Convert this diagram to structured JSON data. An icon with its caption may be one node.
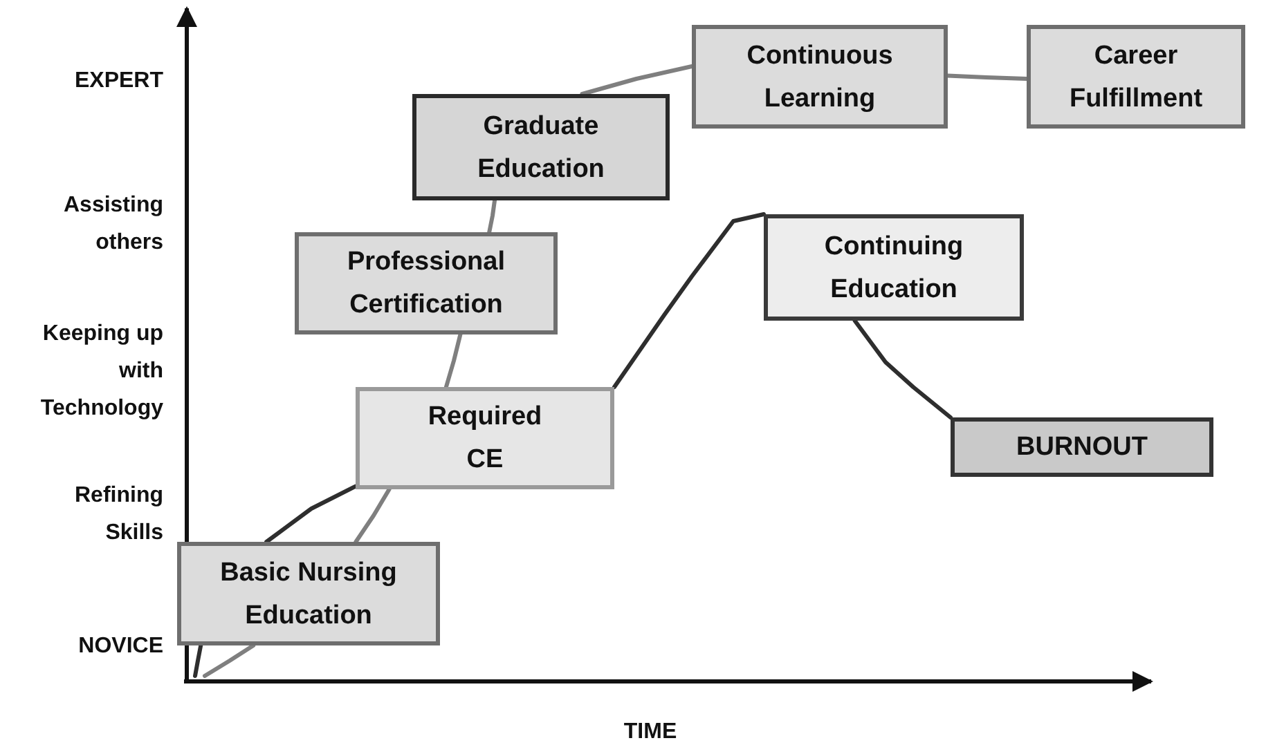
{
  "diagram": {
    "nodes": [
      {
        "text": [
          "Continuous Learning"
        ]
      },
      {
        "text": [
          "Career Fulfillment"
        ]
      },
      {
        "text": [
          "Graduate Education"
        ]
      },
      {
        "text": [
          "Professional Certification"
        ]
      },
      {
        "text": [
          "Continuing Education"
        ]
      },
      {
        "text": [
          "Required CE"
        ]
      },
      {
        "text": [
          "BURNOUT"
        ]
      },
      {
        "text": [
          "Basic Nursing Education"
        ]
      }
    ],
    "edges": [
      {
        "from": null,
        "to": 7,
        "arrow": "none"
      },
      {
        "from": null,
        "to": 7,
        "arrow": "none",
        "color": "#2e2e2e"
      },
      {
        "from": 7,
        "to": 5,
        "arrow": "none",
        "color": "#2e2e2e"
      },
      {
        "from": 7,
        "to": 5,
        "arrow": "none"
      },
      {
        "from": 5,
        "to": 3,
        "arrow": "none"
      },
      {
        "from": 3,
        "to": 2,
        "arrow": "none"
      },
      {
        "from": 2,
        "to": 0,
        "arrow": "none"
      },
      {
        "from": 0,
        "to": 1,
        "arrow": "none"
      },
      {
        "from": 5,
        "to": 4,
        "arrow": "none",
        "color": "#2e2e2e"
      },
      {
        "from": 4,
        "to": 6,
        "arrow": "none",
        "color": "#2e2e2e"
      }
    ],
    "labels": [
      "EXPERT",
      "Assisting others",
      "Keeping up with Technology",
      "Refining Skills",
      "NOVICE",
      "TIME"
    ]
  }
}
